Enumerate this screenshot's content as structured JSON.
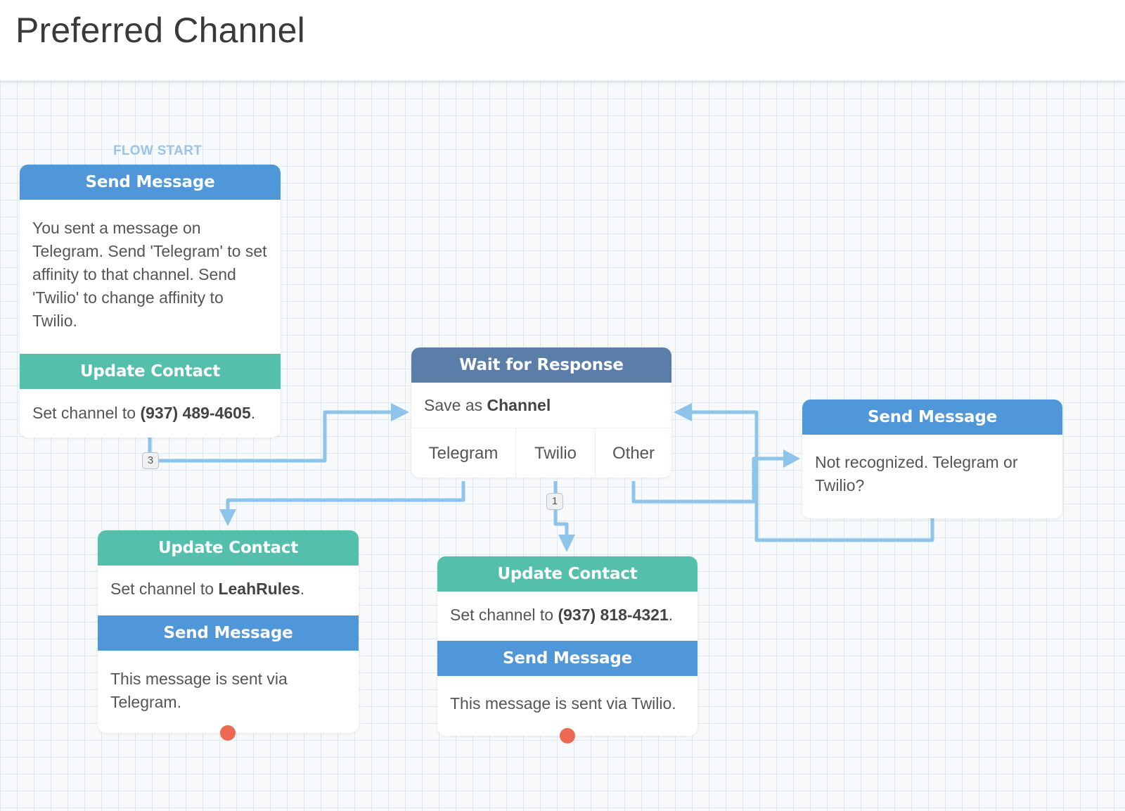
{
  "header": {
    "title": "Preferred Channel"
  },
  "flow_start_label": "FLOW START",
  "nodes": {
    "start": {
      "send_title": "Send Message",
      "send_text": "You sent a message on Telegram. Send 'Telegram' to set affinity to that channel. Send 'Twilio' to change affinity to Twilio.",
      "update_title": "Update Contact",
      "update_prefix": "Set channel to ",
      "update_value": "(937) 489-4605",
      "update_suffix": ".",
      "badge": "3"
    },
    "wait": {
      "title": "Wait for Response",
      "save_prefix": "Save as ",
      "save_value": "Channel",
      "exits": [
        "Telegram",
        "Twilio",
        "Other"
      ],
      "twilio_badge": "1"
    },
    "not_recognized": {
      "title": "Send Message",
      "text": "Not recognized. Telegram or Twilio?"
    },
    "telegram_branch": {
      "update_title": "Update Contact",
      "update_prefix": "Set channel to ",
      "update_value": "LeahRules",
      "update_suffix": ".",
      "send_title": "Send Message",
      "send_text": "This message is sent via Telegram."
    },
    "twilio_branch": {
      "update_title": "Update Contact",
      "update_prefix": "Set channel to ",
      "update_value": "(937) 818-4321",
      "update_suffix": ".",
      "send_title": "Send Message",
      "send_text": "This message is sent via Twilio."
    }
  },
  "colors": {
    "send_message": "#4f97d8",
    "update_contact": "#54bfab",
    "wait_for_response": "#5a7ea8",
    "connector": "#8ec3ea",
    "terminal_dot": "#ec6a52"
  }
}
